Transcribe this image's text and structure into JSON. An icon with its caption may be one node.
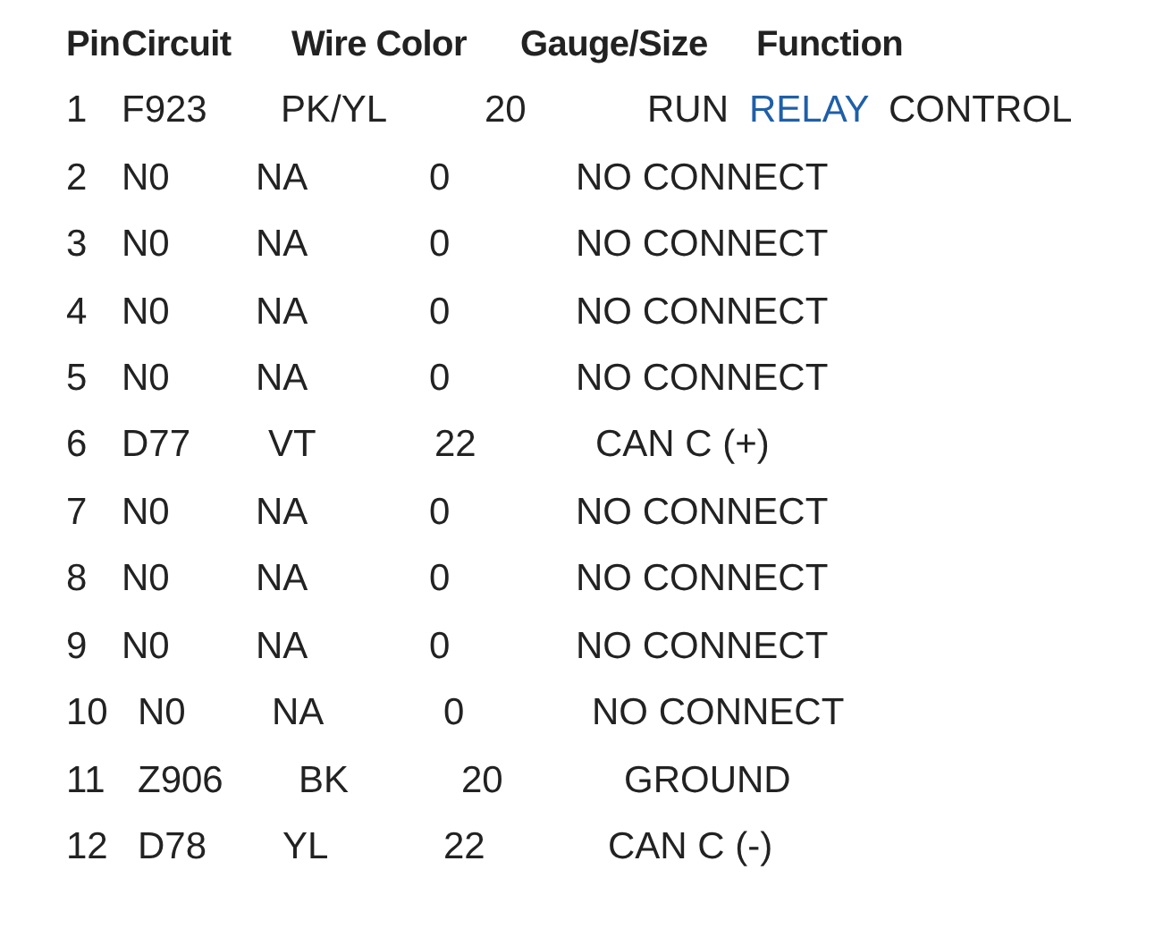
{
  "diagram": {
    "labels": [
      "Pin",
      "Circuit",
      "Wire Color",
      "Gauge/Size",
      "Function",
      "1",
      "F923",
      "PK/YL",
      "20",
      "RUN",
      "RELAY",
      "CONTROL",
      "2",
      "N0",
      "NA",
      "0",
      "NO CONNECT",
      "3",
      "N0",
      "NA",
      "0",
      "NO CONNECT",
      "4",
      "N0",
      "NA",
      "0",
      "NO CONNECT",
      "5",
      "N0",
      "NA",
      "0",
      "NO CONNECT",
      "6",
      "D77",
      "VT",
      "22",
      "CAN C (+)",
      "7",
      "N0",
      "NA",
      "0",
      "NO CONNECT",
      "8",
      "N0",
      "NA",
      "0",
      "NO CONNECT",
      "9",
      "N0",
      "NA",
      "0",
      "NO CONNECT",
      "10",
      "N0",
      "NA",
      "0",
      "NO CONNECT",
      "11",
      "Z906",
      "BK",
      "20",
      "GROUND",
      "12",
      "D78",
      "YL",
      "22",
      "CAN C (-)"
    ]
  }
}
